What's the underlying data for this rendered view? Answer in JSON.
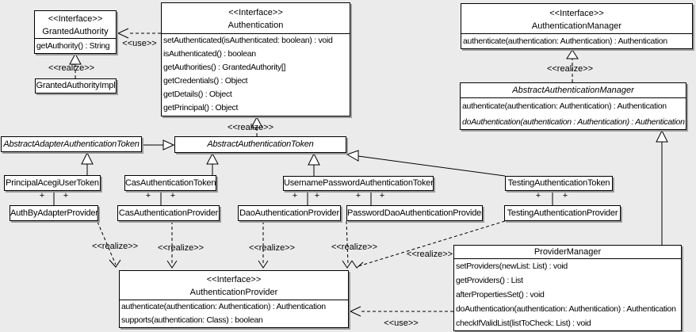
{
  "diagram": {
    "labels": {
      "interface_stereotype": "<<Interface>>",
      "use": "<<use>>",
      "realize": "<<realize>>",
      "plus": "+"
    },
    "classes": {
      "granted_authority": {
        "name": "GrantedAuthority",
        "methods": [
          "getAuthority() : String"
        ]
      },
      "granted_authority_impl": {
        "name": "GrantedAuthorityImpl"
      },
      "authentication": {
        "name": "Authentication",
        "methods": [
          "setAuthenticated(isAuthenticated: boolean) : void",
          "isAuthenticated() : boolean",
          "getAuthorities() : GrantedAuthority[]",
          "getCredentials() : Object",
          "getDetails() : Object",
          "getPrincipal() : Object"
        ]
      },
      "authentication_manager": {
        "name": "AuthenticationManager",
        "methods": [
          "authenticate(authentication: Authentication) : Authentication"
        ]
      },
      "abstract_authentication_manager": {
        "name": "AbstractAuthenticationManager",
        "methods": [
          "authenticate(authentication: Authentication) : Authentication",
          "doAuthentication(authentication : Authentication) : Authentication"
        ]
      },
      "abstract_adapter_authentication_token": {
        "name": "AbstractAdapterAuthenticationToken"
      },
      "abstract_authentication_token": {
        "name": "AbstractAuthenticationToken"
      },
      "principal_acegi_user_token": {
        "name": "PrincipalAcegiUserToken"
      },
      "cas_authentication_token": {
        "name": "CasAuthenticationToken"
      },
      "username_password_authentication_token": {
        "name": "UsernamePasswordAuthenticationToken"
      },
      "testing_authentication_token": {
        "name": "TestingAuthenticationToken"
      },
      "auth_by_adapter_provider": {
        "name": "AuthByAdapterProvider"
      },
      "cas_authentication_provider": {
        "name": "CasAuthenticationProvider"
      },
      "dao_authentication_provider": {
        "name": "DaoAuthenticationProvider"
      },
      "password_dao_authentication_provider": {
        "name": "PasswordDaoAuthenticationProvider"
      },
      "testing_authentication_provider": {
        "name": "TestingAuthenticationProvider"
      },
      "authentication_provider": {
        "name": "AuthenticationProvider",
        "methods": [
          "authenticate(authentication: Authentication) : Authentication",
          "supports(authentication: Class) : boolean"
        ]
      },
      "provider_manager": {
        "name": "ProviderManager",
        "methods": [
          "setProviders(newList: List) : void",
          "getProviders() : List",
          "afterPropertiesSet() : void",
          "doAuthentication(authentication: Authentication) : Authentication",
          "checkIfValidList(listToCheck: List) : void"
        ]
      }
    }
  }
}
